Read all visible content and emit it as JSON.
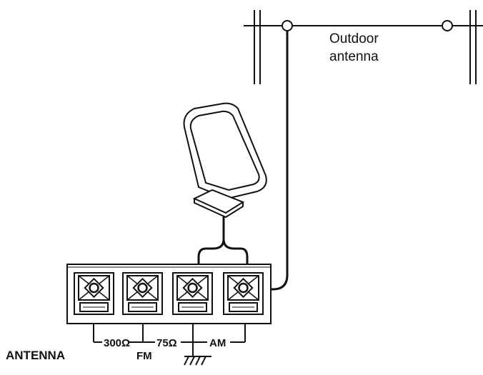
{
  "labels": {
    "outdoor_antenna_line1": "Outdoor",
    "outdoor_antenna_line2": "antenna",
    "ohm_300": "300Ω",
    "ohm_75": "75Ω",
    "am": "AM",
    "fm": "FM",
    "antenna": "ANTENNA"
  },
  "colors": {
    "line": "#111111",
    "background": "#ffffff"
  },
  "terminals": [
    "terminal-1",
    "terminal-2",
    "terminal-3",
    "terminal-4"
  ]
}
